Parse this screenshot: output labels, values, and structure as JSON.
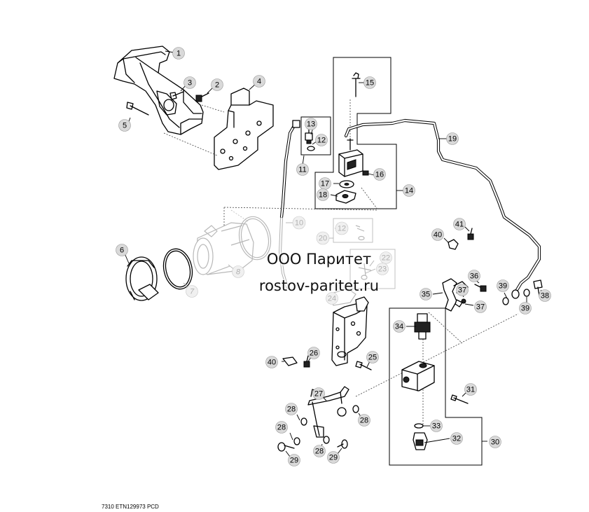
{
  "diagram": {
    "callouts": [
      {
        "id": "c1",
        "label": "1",
        "faded": false
      },
      {
        "id": "c2",
        "label": "2",
        "faded": false
      },
      {
        "id": "c3",
        "label": "3",
        "faded": false
      },
      {
        "id": "c4",
        "label": "4",
        "faded": false
      },
      {
        "id": "c5",
        "label": "5",
        "faded": false
      },
      {
        "id": "c6",
        "label": "6",
        "faded": false
      },
      {
        "id": "c7",
        "label": "7",
        "faded": true
      },
      {
        "id": "c8",
        "label": "8",
        "faded": true
      },
      {
        "id": "c10",
        "label": "10",
        "faded": true
      },
      {
        "id": "c11",
        "label": "11",
        "faded": false
      },
      {
        "id": "c12a",
        "label": "12",
        "faded": false
      },
      {
        "id": "c12b",
        "label": "12",
        "faded": true
      },
      {
        "id": "c13",
        "label": "13",
        "faded": false
      },
      {
        "id": "c14",
        "label": "14",
        "faded": false
      },
      {
        "id": "c15",
        "label": "15",
        "faded": false
      },
      {
        "id": "c16",
        "label": "16",
        "faded": false
      },
      {
        "id": "c17",
        "label": "17",
        "faded": false
      },
      {
        "id": "c18",
        "label": "18",
        "faded": false
      },
      {
        "id": "c19",
        "label": "19",
        "faded": false
      },
      {
        "id": "c20",
        "label": "20",
        "faded": true
      },
      {
        "id": "c22",
        "label": "22",
        "faded": true
      },
      {
        "id": "c23",
        "label": "23",
        "faded": true
      },
      {
        "id": "c24",
        "label": "24",
        "faded": true
      },
      {
        "id": "c25",
        "label": "25",
        "faded": false
      },
      {
        "id": "c26",
        "label": "26",
        "faded": false
      },
      {
        "id": "c27",
        "label": "27",
        "faded": false
      },
      {
        "id": "c28a",
        "label": "28",
        "faded": false
      },
      {
        "id": "c28b",
        "label": "28",
        "faded": false
      },
      {
        "id": "c28c",
        "label": "28",
        "faded": false
      },
      {
        "id": "c28d",
        "label": "28",
        "faded": false
      },
      {
        "id": "c29a",
        "label": "29",
        "faded": false
      },
      {
        "id": "c29b",
        "label": "29",
        "faded": false
      },
      {
        "id": "c30",
        "label": "30",
        "faded": false
      },
      {
        "id": "c31",
        "label": "31",
        "faded": false
      },
      {
        "id": "c32",
        "label": "32",
        "faded": false
      },
      {
        "id": "c33",
        "label": "33",
        "faded": false
      },
      {
        "id": "c34",
        "label": "34",
        "faded": false
      },
      {
        "id": "c35",
        "label": "35",
        "faded": false
      },
      {
        "id": "c36",
        "label": "36",
        "faded": false
      },
      {
        "id": "c37a",
        "label": "37",
        "faded": false
      },
      {
        "id": "c37b",
        "label": "37",
        "faded": false
      },
      {
        "id": "c38",
        "label": "38",
        "faded": false
      },
      {
        "id": "c39a",
        "label": "39",
        "faded": false
      },
      {
        "id": "c39b",
        "label": "39",
        "faded": false
      },
      {
        "id": "c40a",
        "label": "40",
        "faded": false
      },
      {
        "id": "c40b",
        "label": "40",
        "faded": false
      },
      {
        "id": "c41",
        "label": "41",
        "faded": false
      }
    ]
  },
  "watermark": {
    "company": "ООО Паритет",
    "site": "rostov-paritet.ru"
  },
  "footer": {
    "code": "7310 ETN129973 PCD"
  }
}
